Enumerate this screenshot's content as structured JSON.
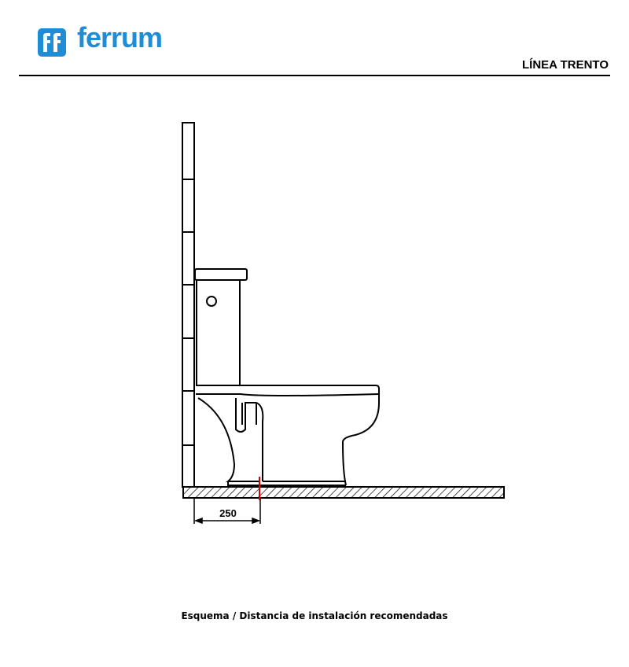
{
  "brand": {
    "name": "ferrum",
    "logo_icon": "ferrum-logo-icon",
    "color": "#1f8dd6"
  },
  "header": {
    "line_name": "LÍNEA TRENTO"
  },
  "diagram": {
    "dimension_label": "250",
    "dimension_color": "#e00000",
    "caption": "Esquema / Distancia de instalación recomendadas"
  }
}
